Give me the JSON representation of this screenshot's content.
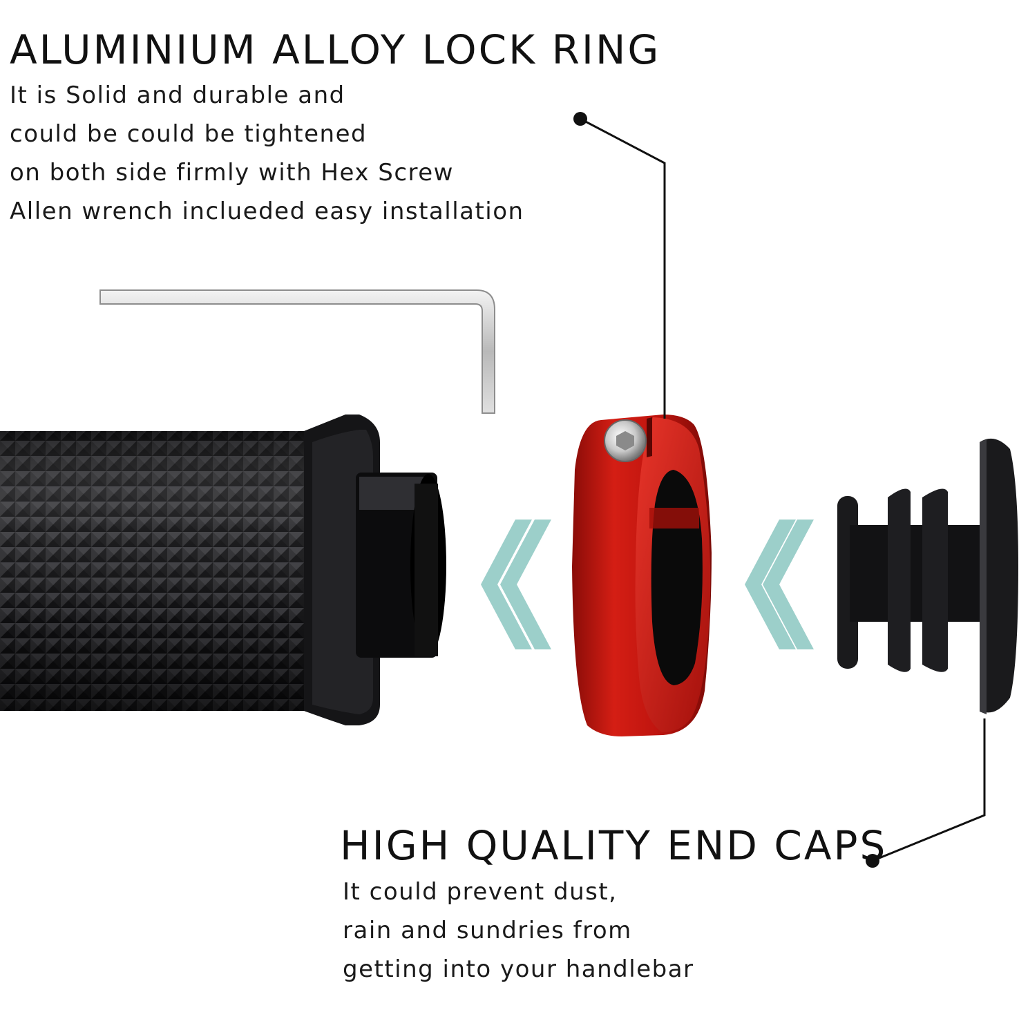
{
  "lock_ring": {
    "title": "ALUMINIUM ALLOY LOCK RING",
    "lines": [
      "It is Solid and durable and",
      "could be could be tightened",
      "on both side firmly with Hex Screw",
      "Allen wrench inclueded easy installation"
    ]
  },
  "end_caps": {
    "title": "HIGH QUALITY END CAPS",
    "lines": [
      "It could prevent dust,",
      "rain and sundries from",
      "getting into your handlebar"
    ]
  },
  "colors": {
    "background": "#ffffff",
    "text": "#111111",
    "ring_red": "#c0150f",
    "arrow_teal": "#9ccfca",
    "grip_black": "#1c1c1e"
  },
  "icons": [
    "hex-allen-wrench",
    "knurled-grip",
    "red-lock-ring",
    "hex-screw",
    "chevron-arrows",
    "rubber-end-cap"
  ]
}
